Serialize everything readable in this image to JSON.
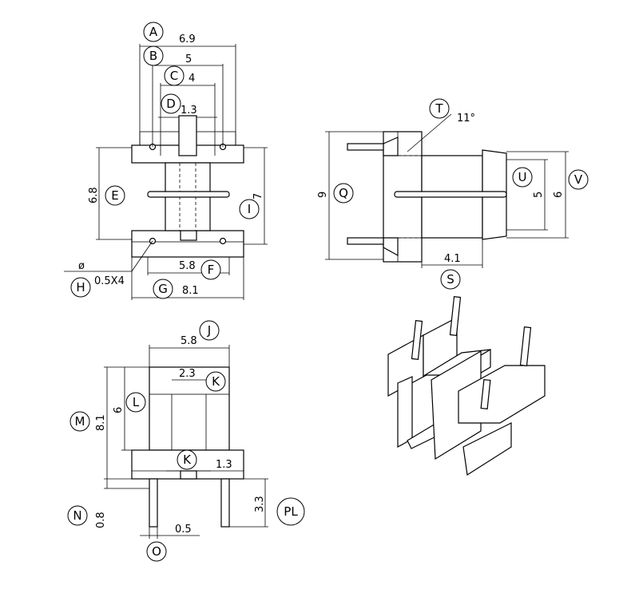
{
  "labels": {
    "A": "A",
    "B": "B",
    "C": "C",
    "D": "D",
    "E": "E",
    "F": "F",
    "G": "G",
    "H": "H",
    "I": "I",
    "J": "J",
    "K": "K",
    "L": "L",
    "M": "M",
    "N": "N",
    "O": "O",
    "PL": "PL",
    "Q": "Q",
    "S": "S",
    "T": "T",
    "U": "U",
    "V": "V"
  },
  "dimensions": {
    "A": "6.9",
    "B": "5",
    "C": "4",
    "D": "1.3",
    "E": "6.8",
    "I": "7",
    "F": "5.8",
    "G": "8.1",
    "H_phi": "ø",
    "H": "0.5X4",
    "T": "11°",
    "Q": "9",
    "U": "5",
    "V": "6",
    "S": "4.1",
    "J": "5.8",
    "K_top": "2.3",
    "K_bottom": "1.3",
    "L": "6",
    "M": "8.1",
    "N": "0.8",
    "O": "0.5",
    "PL": "3.3"
  }
}
